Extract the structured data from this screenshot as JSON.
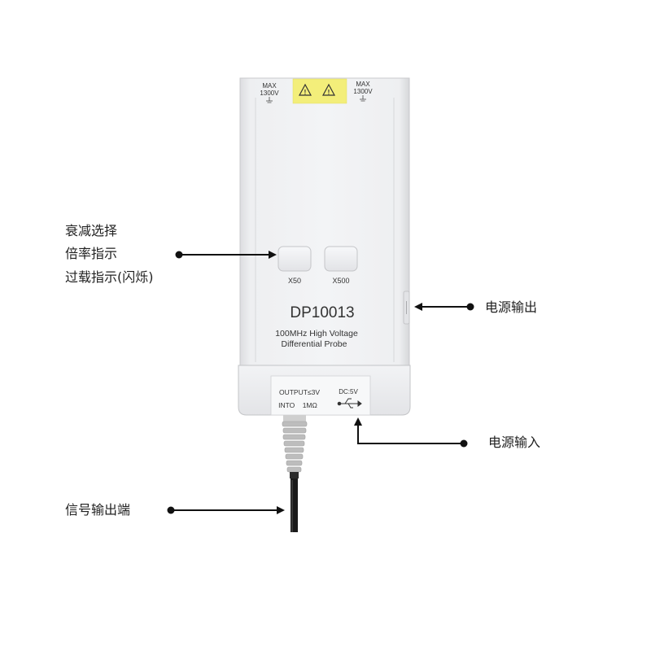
{
  "probe": {
    "max_left_line1": "MAX",
    "max_left_line2": "1300V",
    "max_right_line1": "MAX",
    "max_right_line2": "1300V",
    "warning_symbol": "!",
    "btn_x50_label": "X50",
    "btn_x500_label": "X500",
    "model": "DP10013",
    "desc_line1": "100MHz High Voltage",
    "desc_line2": "Differential Probe",
    "output_line1": "OUTPUT≤3V",
    "output_line2": "INTO    1MΩ",
    "dc_label": "DC:5V"
  },
  "annotations": {
    "attenuation_line1": "衰减选择",
    "attenuation_line2": "倍率指示",
    "attenuation_line3": "过载指示(闪烁)",
    "power_output": "电源输出",
    "power_input": "电源输入",
    "signal_output": "信号输出端"
  },
  "colors": {
    "body": "#eff0f2",
    "warning_bg": "#f3ee7a",
    "cable": "#1a1a1a",
    "strain_relief": "#bfbfbf",
    "arrow": "#111111"
  }
}
